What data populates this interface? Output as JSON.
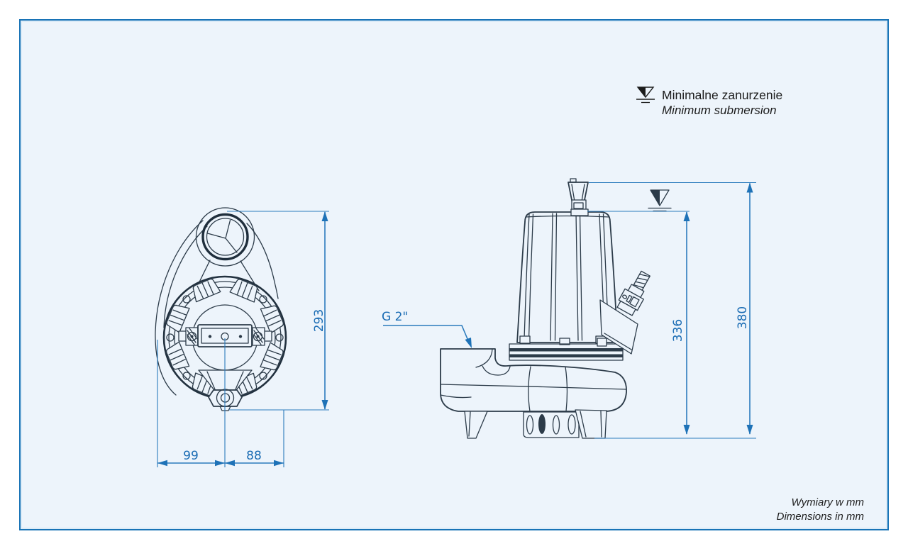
{
  "panel": {
    "background": "#edf4fb",
    "border_color": "#1873b6"
  },
  "colors": {
    "dimension_blue": "#1a6cb4",
    "line_dark": "#2c3b49"
  },
  "legend": {
    "icon": "water-level-icon",
    "title": "Minimalne zanurzenie",
    "subtitle": "Minimum submersion"
  },
  "dimensions": {
    "front_height": "293",
    "front_left": "99",
    "front_right": "88",
    "side_submersion": "336",
    "side_total": "380",
    "outlet_thread": "G 2\""
  },
  "footer": {
    "line1": "Wymiary w mm",
    "line2": "Dimensions in mm"
  }
}
